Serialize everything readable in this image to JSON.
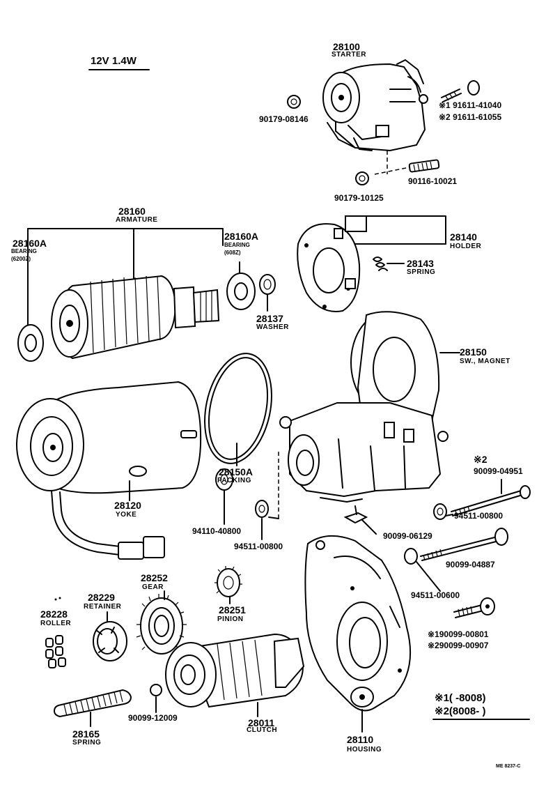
{
  "header": {
    "voltage_rating": "12V 1.4W"
  },
  "footnote": {
    "note1": "※1(      -8008)",
    "note2": "※2(8008-      )"
  },
  "image_code": "ME 8237-C",
  "parts": {
    "starter": {
      "number": "28100",
      "name": "STARTER"
    },
    "nut_08146": {
      "number": "90179-08146"
    },
    "bolt_41040": {
      "number": "※1 91611-41040"
    },
    "bolt_61055": {
      "number": "※2 91611-61055"
    },
    "nut_10125": {
      "number": "90179-10125"
    },
    "stud_10021": {
      "number": "90116-10021"
    },
    "armature": {
      "number": "28160",
      "name": "ARMATURE"
    },
    "bearing_rear": {
      "number": "28160A",
      "name": "BEARING",
      "spec": "(6200Z)"
    },
    "bearing_front": {
      "number": "28160A",
      "name": "BEARING",
      "spec": "(608Z)"
    },
    "washer": {
      "number": "28137",
      "name": "WASHER"
    },
    "holder": {
      "number": "28140",
      "name": "HOLDER"
    },
    "spring_brush": {
      "number": "28143",
      "name": "SPRING"
    },
    "sw_magnet": {
      "number": "28150",
      "name": "SW., MAGNET"
    },
    "yoke": {
      "number": "28120",
      "name": "YOKE"
    },
    "packing": {
      "number": "28150A",
      "name": "PACKING"
    },
    "bolt_04951": {
      "mark": "※2",
      "number": "90099-04951"
    },
    "washer_00800a": {
      "number": "94511-00800"
    },
    "bush_40800": {
      "number": "94110-40800"
    },
    "washer_00800b": {
      "number": "94511-00800"
    },
    "cap_06129": {
      "number": "90099-06129"
    },
    "bolt_04887": {
      "number": "90099-04887"
    },
    "washer_00600": {
      "number": "94511-00600"
    },
    "screw_00801": {
      "number": "※190099-00801"
    },
    "screw_00907": {
      "number": "※290099-00907"
    },
    "gear": {
      "number": "28252",
      "name": "GEAR"
    },
    "retainer": {
      "number": "28229",
      "name": "RETAINER"
    },
    "roller": {
      "number": "28228",
      "name": "ROLLER"
    },
    "pinion": {
      "number": "28251",
      "name": "PINION"
    },
    "ball_12009": {
      "number": "90099-12009"
    },
    "clutch": {
      "number": "28011",
      "name": "CLUTCH"
    },
    "spring_large": {
      "number": "28165",
      "name": "SPRING"
    },
    "housing": {
      "number": "28110",
      "name": "HOUSING"
    }
  }
}
